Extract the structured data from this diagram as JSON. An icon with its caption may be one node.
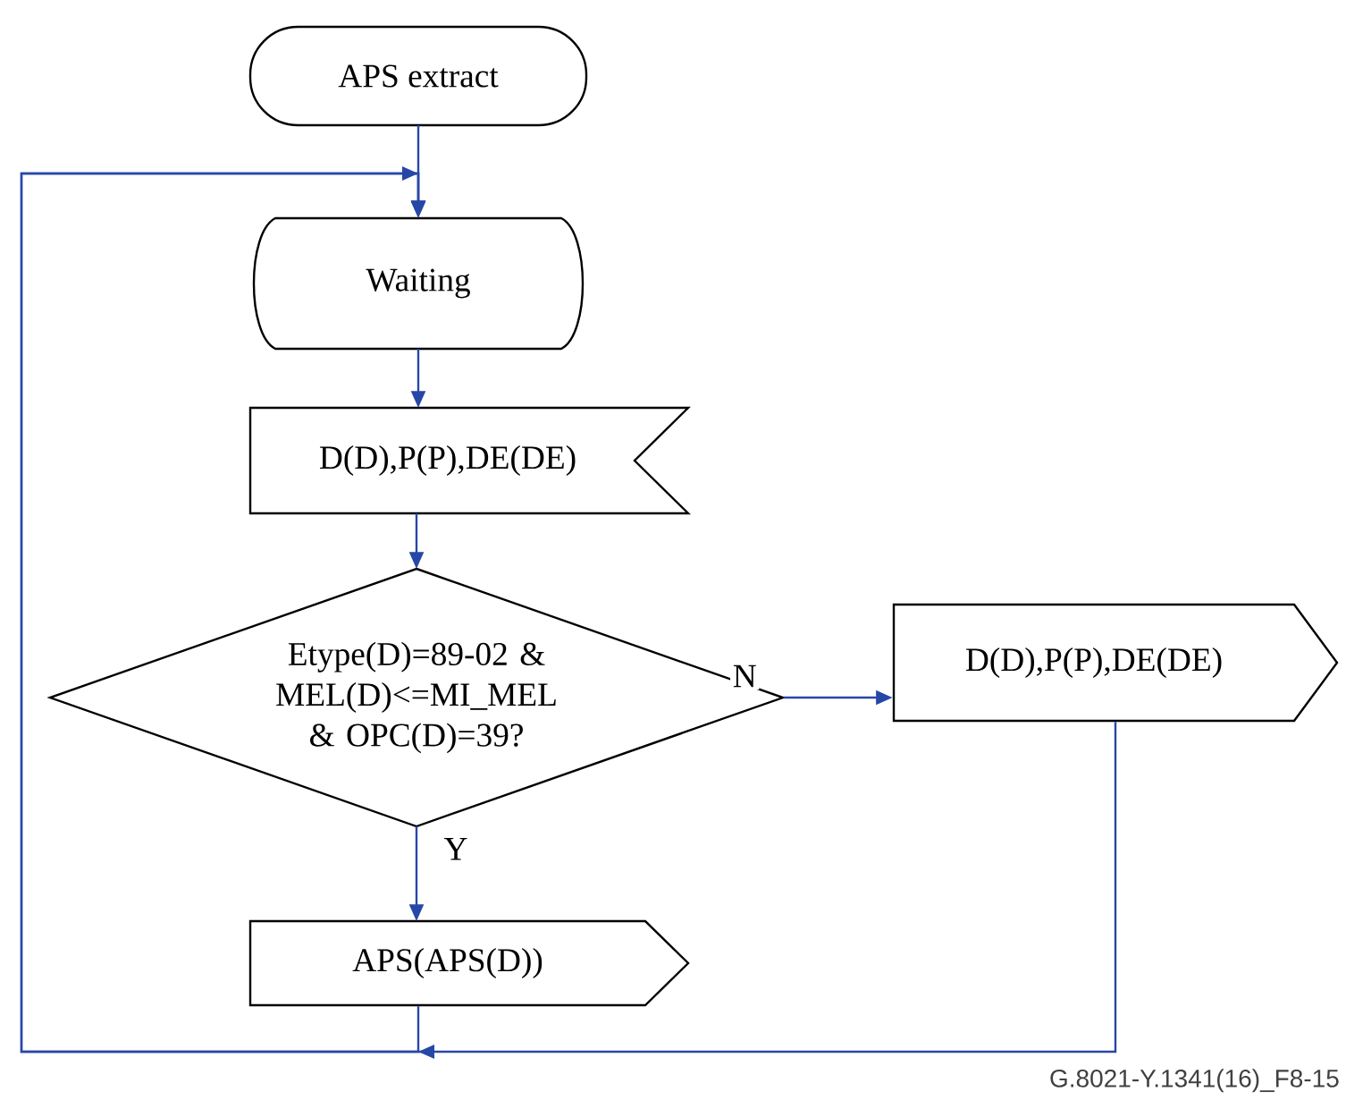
{
  "diagram": {
    "nodes": [
      {
        "text": [
          "APS extract"
        ]
      },
      {
        "text": [
          "Waiting"
        ]
      },
      {
        "text": [
          "D(D),P(P),DE(DE)"
        ]
      },
      {
        "text": [
          "Etype(D)=89-02 & MEL(D)<=MI_MEL & OPC(D)=39?"
        ]
      },
      {
        "text": [
          "D(D),P(P),DE(DE)"
        ]
      },
      {
        "text": [
          "APS(APS(D))"
        ]
      }
    ],
    "edges": [
      {
        "from": 0,
        "to": 1,
        "arrow": "to"
      },
      {
        "from": 1,
        "to": 2,
        "arrow": "to"
      },
      {
        "from": 2,
        "to": 3,
        "arrow": "to"
      },
      {
        "from": 3,
        "to": 4,
        "arrow": "to",
        "label": "N"
      },
      {
        "from": 3,
        "to": 5,
        "arrow": "to",
        "label": "Y"
      },
      {
        "from": 4,
        "to": 1,
        "arrow": "to"
      },
      {
        "from": 5,
        "to": 1,
        "arrow": "to"
      }
    ],
    "labels": [
      "G.8021-Y.1341(16)_F8-15"
    ]
  }
}
